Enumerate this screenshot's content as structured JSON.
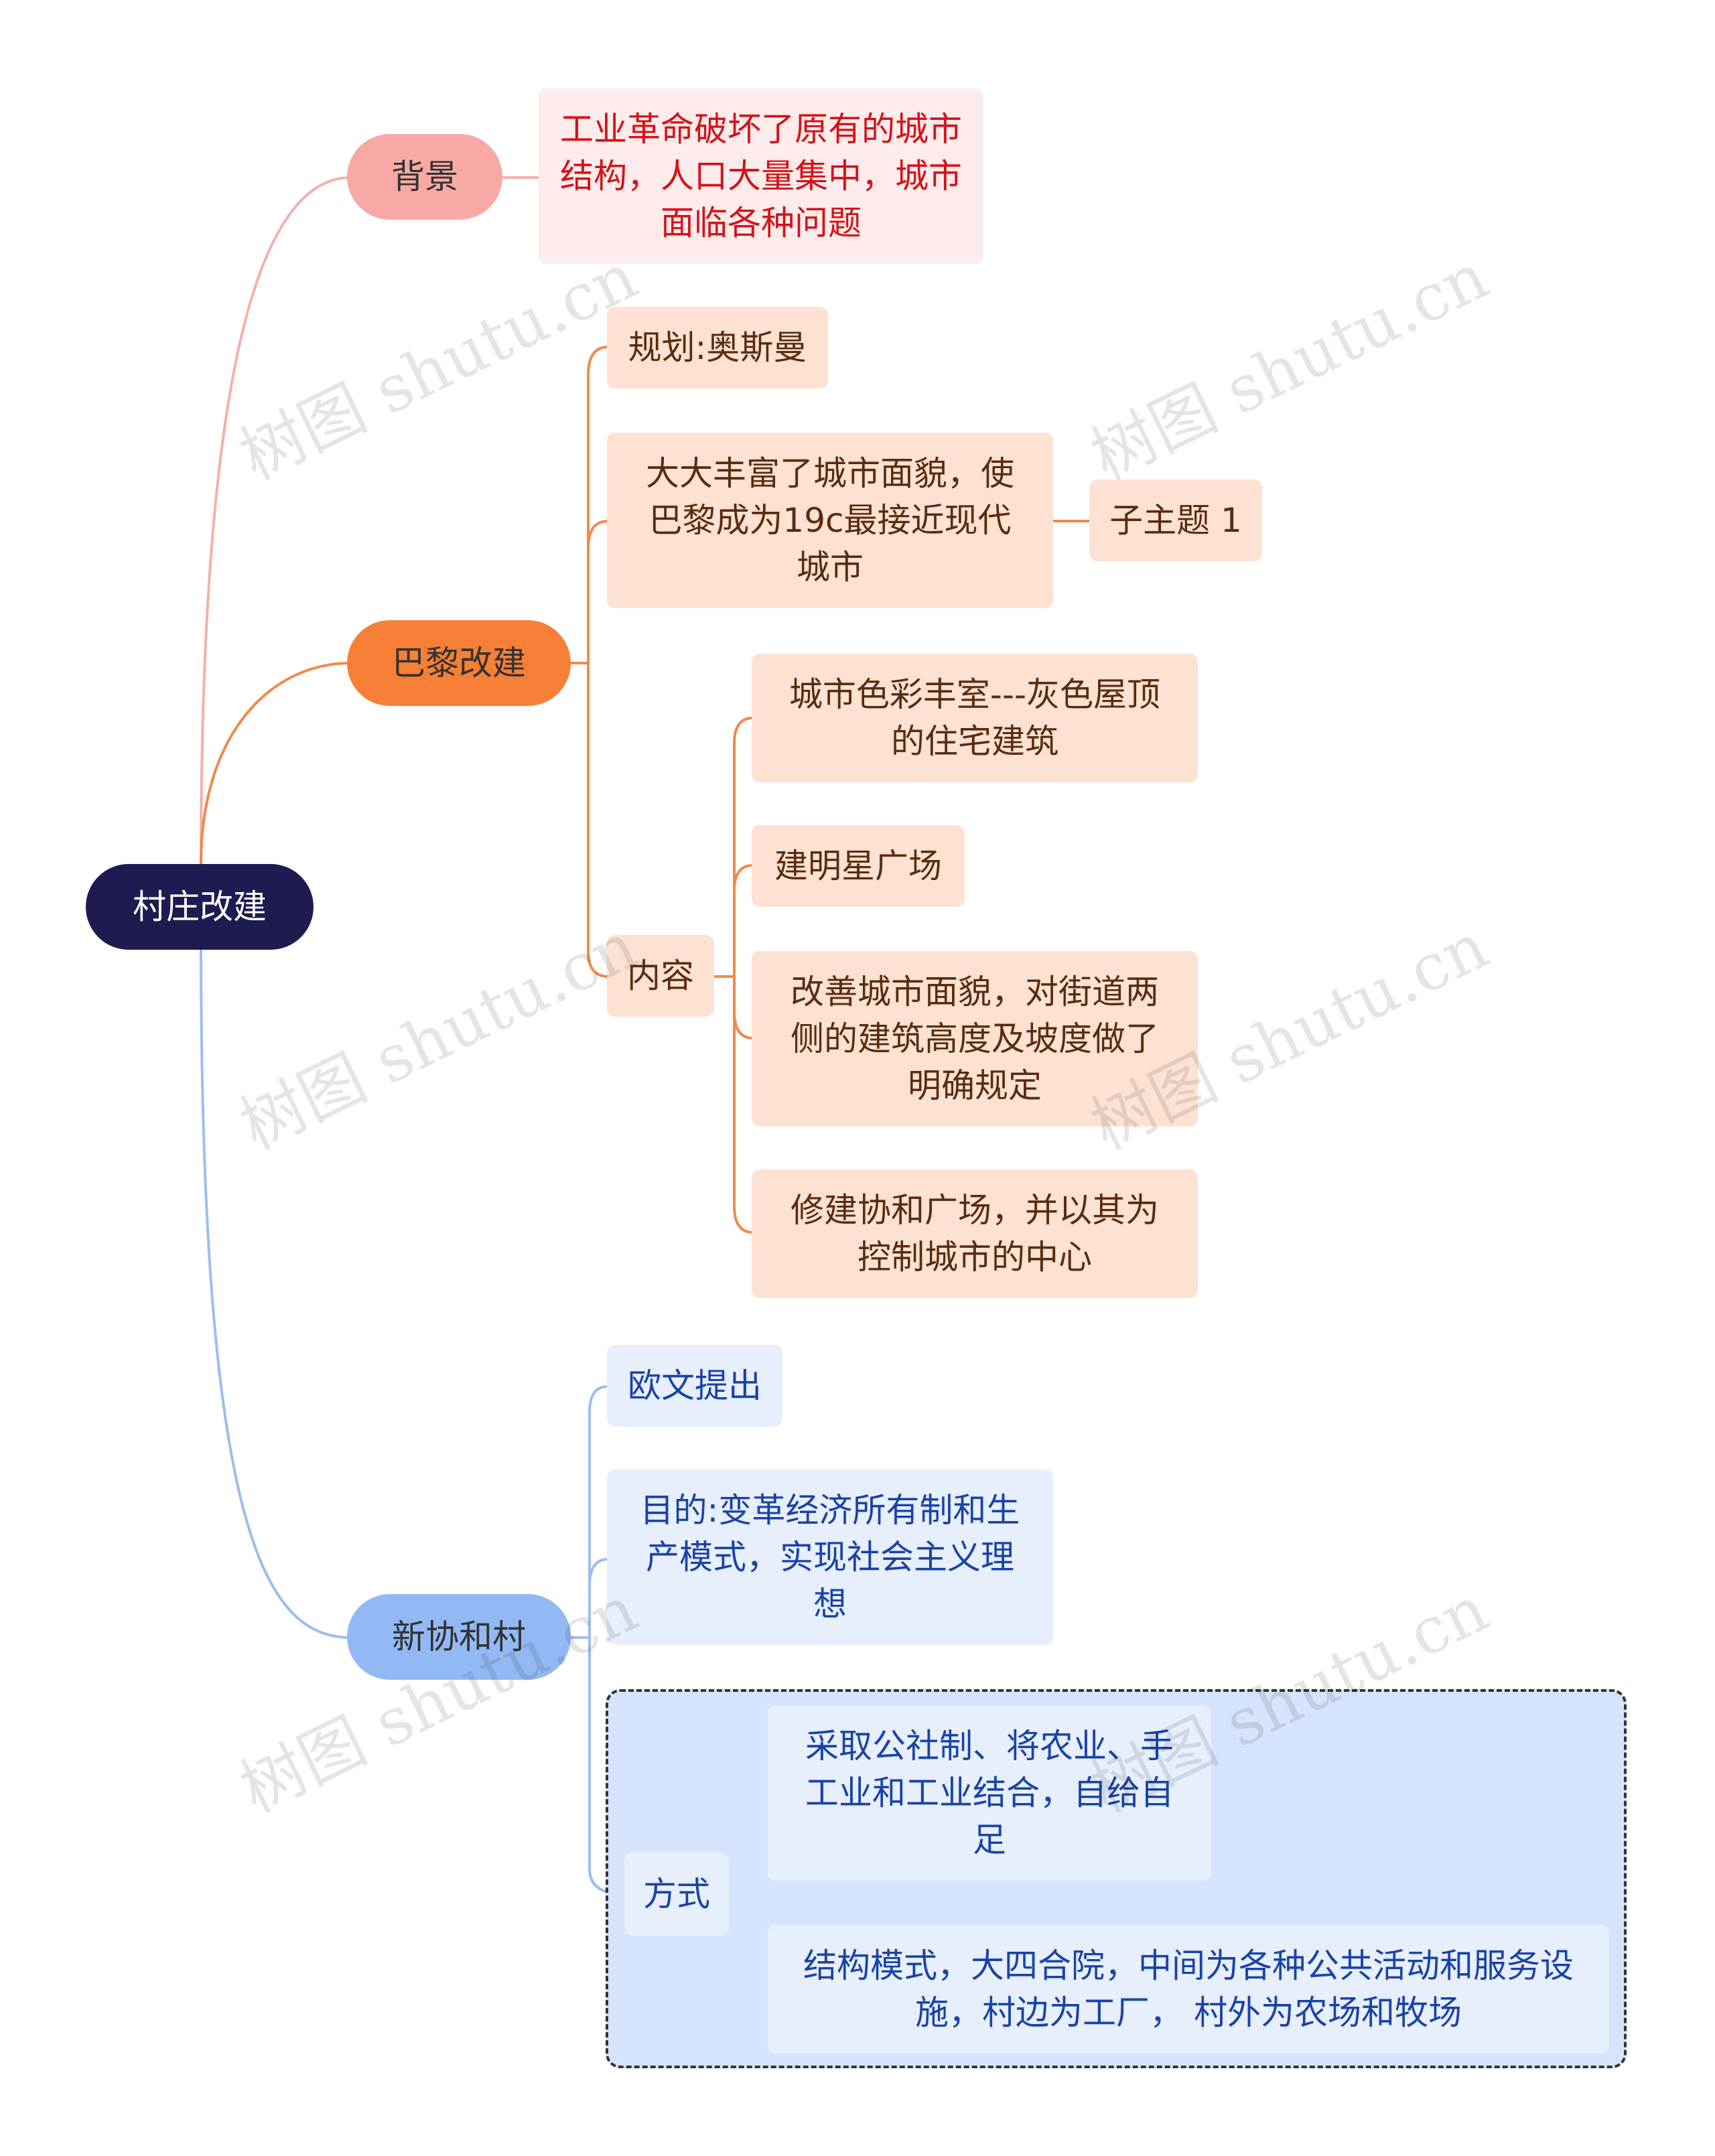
{
  "root": {
    "label": "村庄改建"
  },
  "branches": [
    {
      "label": "背景",
      "children": [
        {
          "label": "工业革命破坏了原有的城市结构，人口大量集中，城市面临各种问题"
        }
      ]
    },
    {
      "label": "巴黎改建",
      "children": [
        {
          "label": "规划:奥斯曼"
        },
        {
          "label": "大大丰富了城市面貌，使巴黎成为19c最接近现代城市",
          "children": [
            {
              "label": "子主题 1"
            }
          ]
        },
        {
          "label": "内容",
          "children": [
            {
              "label": "城市色彩丰室---灰色屋顶的住宅建筑"
            },
            {
              "label": "建明星广场"
            },
            {
              "label": "改善城市面貌，对街道两侧的建筑高度及坡度做了明确规定"
            },
            {
              "label": "修建协和广场，并以其为控制城市的中心"
            }
          ]
        }
      ]
    },
    {
      "label": "新协和村",
      "children": [
        {
          "label": "欧文提出"
        },
        {
          "label": "目的:变革经济所有制和生产模式，实现社会主义理想"
        },
        {
          "label": "方式",
          "children": [
            {
              "label": "采取公社制、将农业、手工业和工业结合，自给自足"
            },
            {
              "label": "结构模式，大四合院，中间为各种公共活动和服务设施，村边为工厂， 村外为农场和牧场"
            }
          ]
        }
      ]
    }
  ],
  "watermark": "树图 shutu.cn",
  "colors": {
    "root": "#1d1b4f",
    "red_branch": "#f9a9a5",
    "orange_branch": "#f78036",
    "blue_branch": "#93b9f5",
    "red_text": "#d5121a",
    "blue_text": "#1943a6"
  }
}
